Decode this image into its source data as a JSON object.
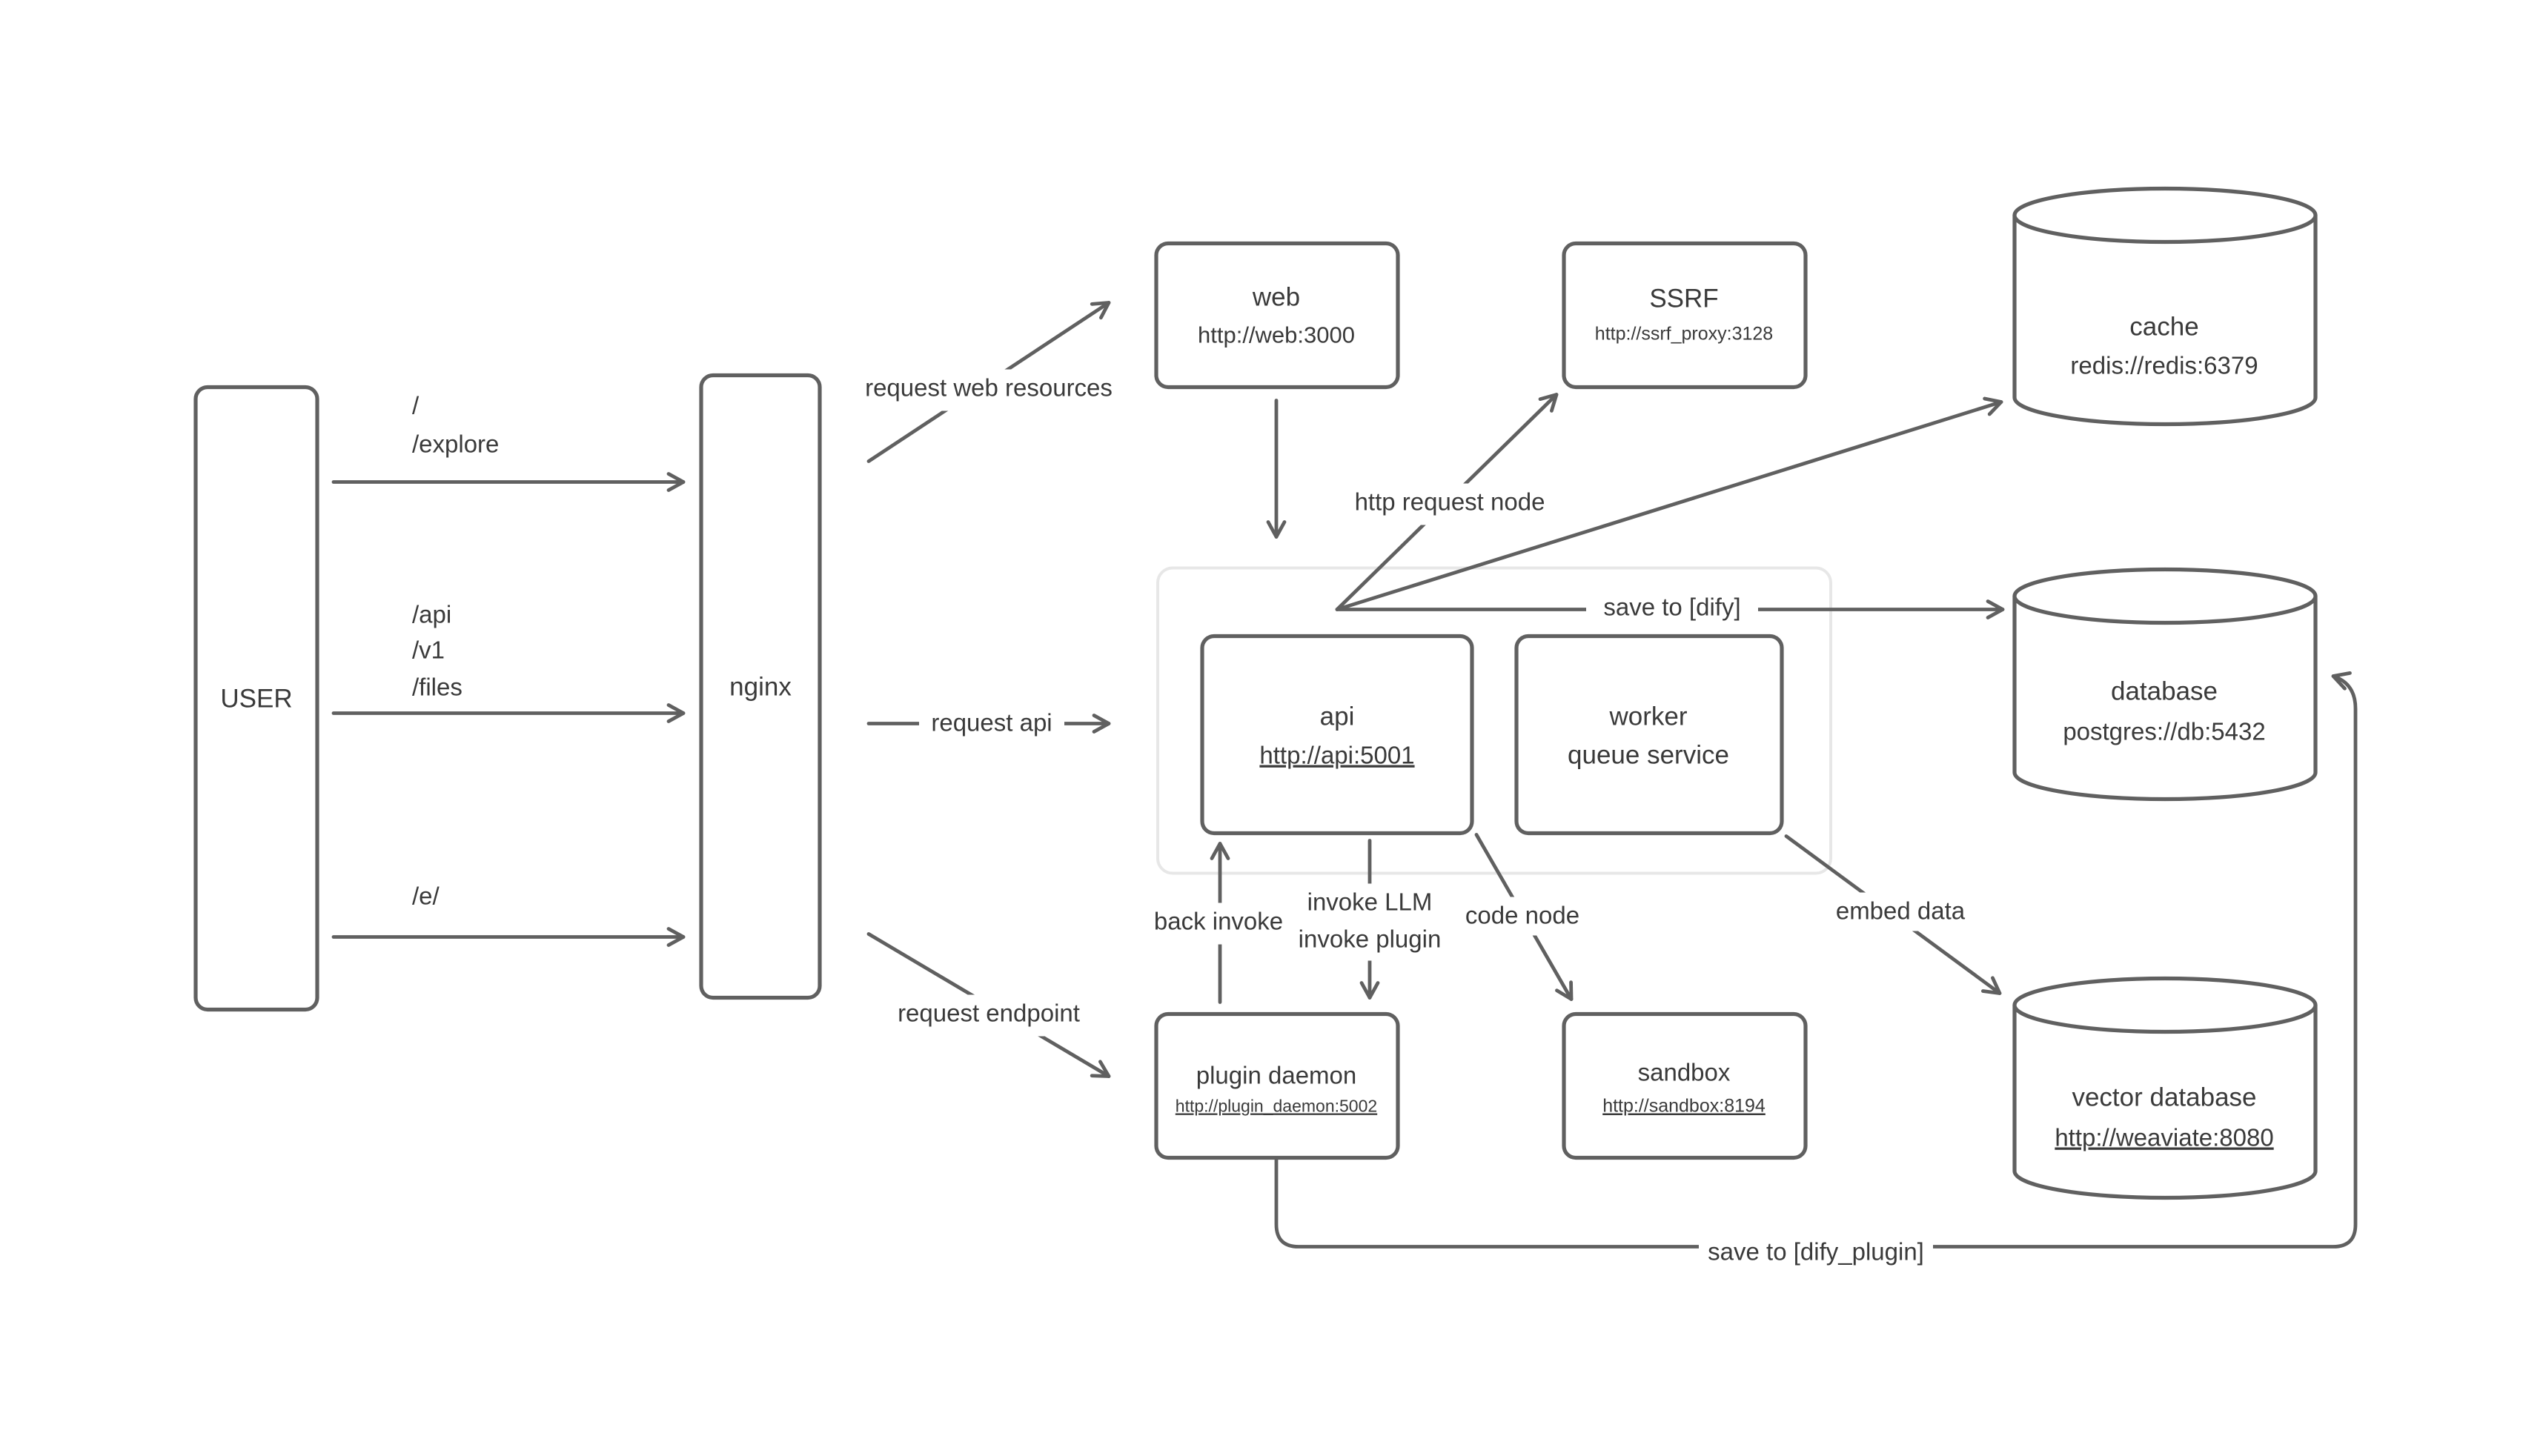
{
  "colors": {
    "background": "#ffffff",
    "stroke": "#606060",
    "text": "#3a3a3a",
    "container_border": "#e7e7e7"
  },
  "nodes": {
    "user": {
      "label": "USER"
    },
    "nginx": {
      "label": "nginx"
    },
    "web": {
      "title": "web",
      "subtitle": "http://web:3000"
    },
    "ssrf": {
      "title": "SSRF",
      "subtitle": "http://ssrf_proxy:3128"
    },
    "cache": {
      "title": "cache",
      "subtitle": "redis://redis:6379"
    },
    "database": {
      "title": "database",
      "subtitle": "postgres://db:5432"
    },
    "vector_database": {
      "title": "vector database",
      "subtitle": "http://weaviate:8080"
    },
    "api": {
      "title": "api",
      "subtitle": "http://api:5001"
    },
    "worker": {
      "title": "worker",
      "subtitle": "queue service"
    },
    "plugin_daemon": {
      "title": "plugin daemon",
      "subtitle": "http://plugin_daemon:5002"
    },
    "sandbox": {
      "title": "sandbox",
      "subtitle": "http://sandbox:8194"
    }
  },
  "routes": {
    "top": [
      "/",
      "/explore"
    ],
    "middle": [
      "/api",
      "/v1",
      "/files"
    ],
    "bottom": [
      "/e/"
    ]
  },
  "edge_labels": {
    "request_web_resources": "request web resources",
    "request_api": "request api",
    "request_endpoint": "request endpoint",
    "http_request_node": "http request node",
    "save_to_dify": "save to [dify]",
    "back_invoke": "back invoke",
    "invoke_llm": "invoke LLM",
    "invoke_plugin": "invoke plugin",
    "code_node": "code node",
    "embed_data": "embed data",
    "save_to_dify_plugin": "save to [dify_plugin]"
  }
}
